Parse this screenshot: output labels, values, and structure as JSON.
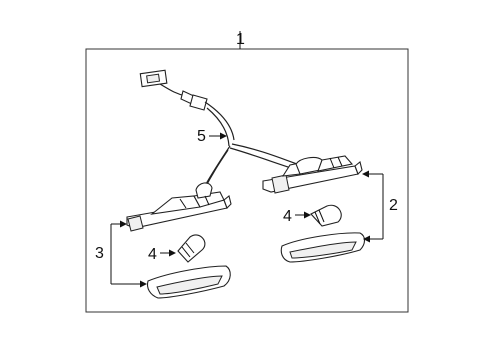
{
  "callouts": {
    "main": "1",
    "right_lamp": "2",
    "left_lamp": "3",
    "bulb_right": "4",
    "bulb_left": "4",
    "harness": "5"
  }
}
